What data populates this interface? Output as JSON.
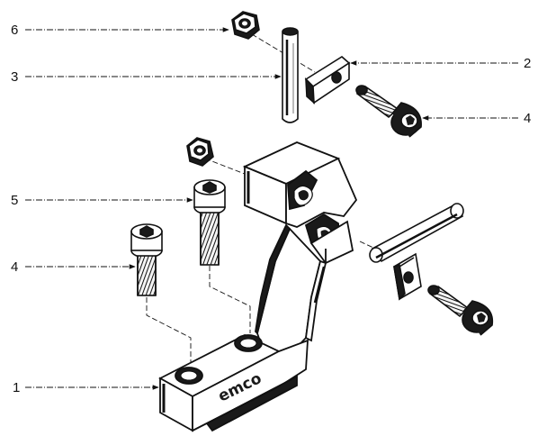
{
  "diagram": {
    "callouts": [
      {
        "id": "c6",
        "number": "6"
      },
      {
        "id": "c3",
        "number": "3"
      },
      {
        "id": "c2",
        "number": "2"
      },
      {
        "id": "c4r",
        "number": "4"
      },
      {
        "id": "c5",
        "number": "5"
      },
      {
        "id": "c4l",
        "number": "4"
      },
      {
        "id": "c1",
        "number": "1"
      }
    ],
    "brand_marking": "emco"
  }
}
